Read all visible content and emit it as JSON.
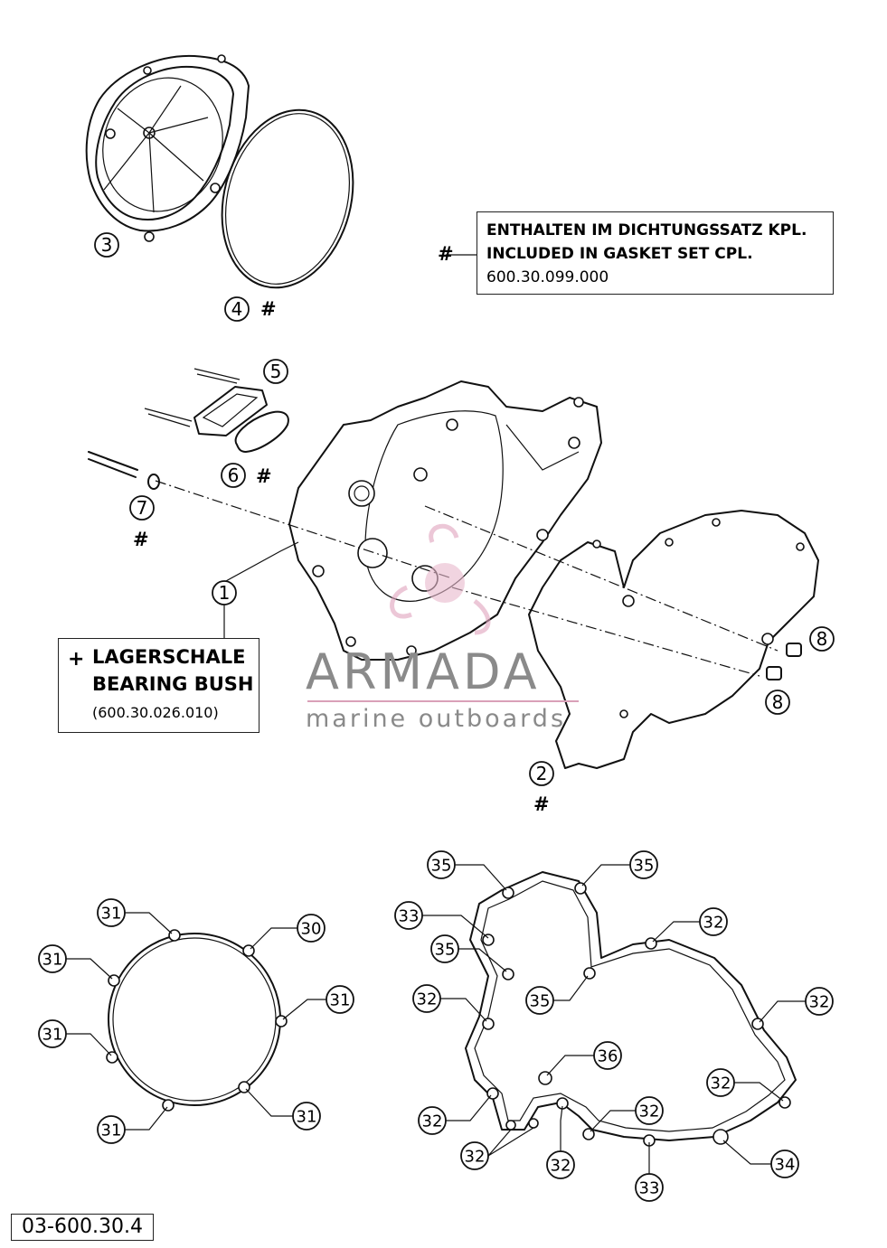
{
  "gasket_note": {
    "line1": "ENTHALTEN IM DICHTUNGSSATZ KPL.",
    "line2": "INCLUDED IN GASKET SET CPL.",
    "part_number": "600.30.099.000",
    "marker": "#"
  },
  "bearing_note": {
    "prefix": "+",
    "line1": "LAGERSCHALE",
    "line2": "BEARING BUSH",
    "part_number": "(600.30.026.010)"
  },
  "watermark": {
    "name": "ARMADA",
    "tagline": "marine outboards",
    "accent_color": "#d9a0b8"
  },
  "reference_code": "03-600.30.4",
  "hash_marks": [
    "#",
    "#",
    "#",
    "#"
  ],
  "callouts_top": [
    "1",
    "2",
    "3",
    "4",
    "5",
    "6",
    "7",
    "8",
    "8"
  ],
  "callouts_bottom": [
    "31",
    "30",
    "31",
    "31",
    "31",
    "31",
    "31",
    "35",
    "35",
    "33",
    "35",
    "32",
    "32",
    "35",
    "32",
    "32",
    "36",
    "32",
    "32",
    "32",
    "34",
    "32",
    "33"
  ]
}
